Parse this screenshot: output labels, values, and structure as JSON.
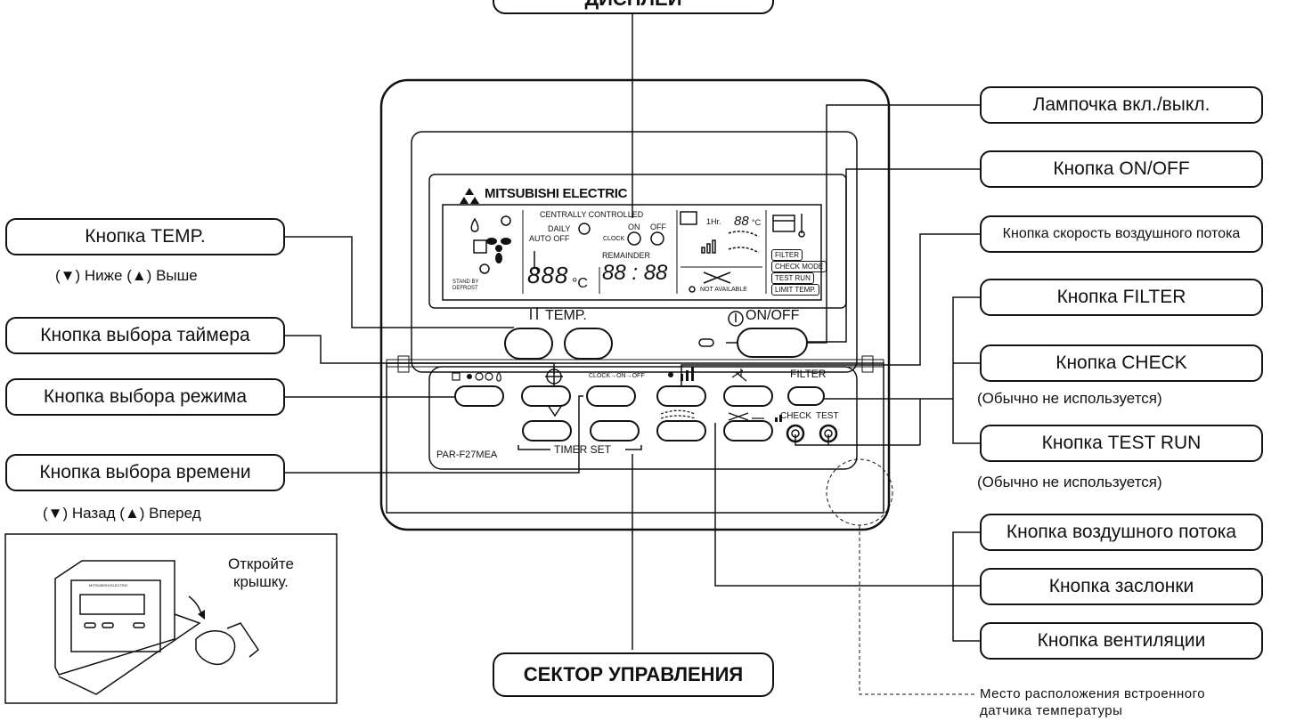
{
  "header": {
    "display_label": "ДИСПЛЕЙ"
  },
  "footer": {
    "control_sector_label": "СЕКТОР УПРАВЛЕНИЯ"
  },
  "left_callouts": {
    "temp_button": "Кнопка TEMP.",
    "temp_note": "(▼) Ниже  (▲) Выше",
    "timer_select": "Кнопка выбора таймера",
    "mode_select": "Кнопка выбора режима",
    "time_select": "Кнопка выбора времени",
    "time_note": "(▼) Назад  (▲) Вперед"
  },
  "right_callouts": {
    "lamp": "Лампочка вкл./выкл.",
    "onoff": "Кнопка ON/OFF",
    "fan_speed": "Кнопка скорость воздушного потока",
    "filter": "Кнопка FILTER",
    "check": "Кнопка CHECK",
    "check_note": "(Обычно не используется)",
    "test_run": "Кнопка TEST RUN",
    "test_note": "(Обычно не используется)",
    "airflow": "Кнопка воздушного потока",
    "louver": "Кнопка заслонки",
    "ventilation": "Кнопка вентиляции",
    "sensor_note": "Место расположения встроенного",
    "sensor_note_2": "датчика температуры"
  },
  "inset": {
    "open_cover_line1": "Откройте",
    "open_cover_line2": "крышку."
  },
  "device": {
    "brand": "MITSUBISHI ELECTRIC",
    "model": "PAR-F27MEA",
    "lcd": {
      "centrally_controlled": "CENTRALLY CONTROLLED",
      "daily": "DAILY",
      "auto_off": "AUTO OFF",
      "on": "ON",
      "off": "OFF",
      "clock": "CLOCK",
      "remainder": "REMAINDER",
      "stand_by": "STAND BY",
      "defrost": "DEFROST",
      "one_hr": "1Hr.",
      "not_available": "NOT AVAILABLE",
      "filter": "FILTER",
      "check_mode": "CHECK MODE",
      "test_run": "TEST RUN",
      "limit_temp": "LIMIT TEMP.",
      "seg_temp": "888",
      "seg_unit": "°C",
      "seg_time": "88 : 88",
      "seg_small": "88",
      "seg_small_unit": "°C"
    },
    "buttons": {
      "temp": "TEMP.",
      "onoff": "ON/OFF",
      "filter": "FILTER",
      "check": "CHECK",
      "test": "TEST",
      "clock_on_off": "CLOCK→ON→OFF",
      "timer_set": "TIMER SET"
    }
  }
}
